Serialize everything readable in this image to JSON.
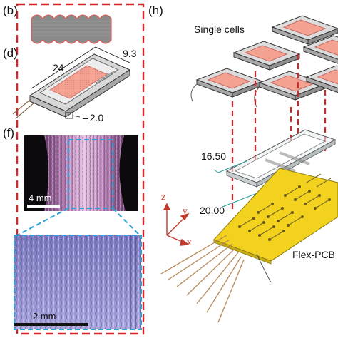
{
  "panels": {
    "b": "(b)",
    "d": "(d)",
    "f": "(f)",
    "h": "(h)"
  },
  "dimensions": {
    "length": "24",
    "width": "9.3",
    "thickness": "2.0",
    "spacing_x": "16.50",
    "spacing_y": "20.00"
  },
  "scale_bars": {
    "top": "4 mm",
    "bottom": "2 mm"
  },
  "annotations": {
    "single_cells": "Single cells",
    "flex_pcb": "Flex-PCB"
  },
  "axes": {
    "z": "z",
    "y": "y",
    "x": "x"
  },
  "colors": {
    "dashed_red": "#d8232a",
    "dashed_blue": "#2aa3d6",
    "pcb_yellow": "#f2d21e",
    "cell_pink": "#f2a99a",
    "micrograph_purple": "#a86aa8",
    "sem_lavender": "#9c9ad8"
  }
}
